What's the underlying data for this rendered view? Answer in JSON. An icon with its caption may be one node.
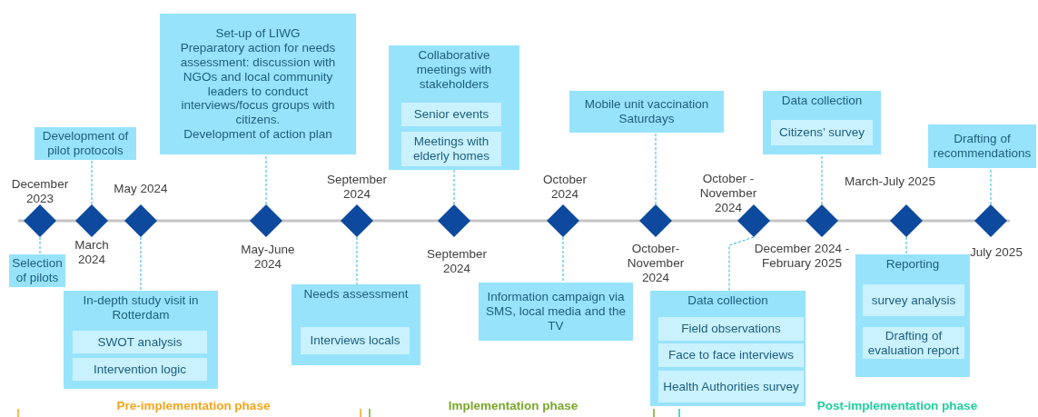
{
  "diagram": {
    "nodes": [
      {
        "text": [],
        "shape": "diamond",
        "beside": [
          "December 2023"
        ]
      },
      {
        "text": [
          "Selection of pilots"
        ]
      },
      {
        "text": [],
        "shape": "diamond",
        "beside": [
          "March 2024"
        ]
      },
      {
        "text": [
          "Development of pilot protocols"
        ]
      },
      {
        "text": [],
        "shape": "diamond",
        "beside": [
          "May 2024"
        ]
      },
      {
        "text": [
          "In-depth study visit in Rotterdam"
        ]
      },
      {
        "text": [
          "SWOT analysis"
        ],
        "in": 5
      },
      {
        "text": [
          "Intervention logic"
        ],
        "in": 5
      },
      {
        "text": [],
        "shape": "diamond",
        "beside": [
          "May-June 2024"
        ]
      },
      {
        "text": [
          "Set-up of LIWG",
          "Preparatory action for needs assessment: discussion with NGOs and local community leaders to conduct interviews/focus groups with citizens.",
          "Development of action plan"
        ]
      },
      {
        "text": [],
        "shape": "diamond",
        "beside": [
          "September 2024"
        ]
      },
      {
        "text": [
          "Needs assessment"
        ]
      },
      {
        "text": [
          "Interviews locals"
        ],
        "in": 11
      },
      {
        "text": [],
        "shape": "diamond",
        "beside": [
          "September 2024"
        ]
      },
      {
        "text": [
          "Collaborative meetings with stakeholders"
        ]
      },
      {
        "text": [
          "Senior events"
        ],
        "in": 14
      },
      {
        "text": [
          "Meetings with elderly homes"
        ],
        "in": 14
      },
      {
        "text": [],
        "shape": "diamond",
        "beside": [
          "October 2024"
        ]
      },
      {
        "text": [
          "Information campaign via SMS, local media and the TV"
        ]
      },
      {
        "text": [],
        "shape": "diamond",
        "beside": [
          "October- November 2024"
        ]
      },
      {
        "text": [
          "Mobile unit vaccination Saturdays"
        ]
      },
      {
        "text": [],
        "shape": "diamond",
        "beside": [
          "October - November 2024"
        ]
      },
      {
        "text": [
          "Data collection"
        ]
      },
      {
        "text": [
          "Field observations"
        ],
        "in": 22
      },
      {
        "text": [
          "Face to face interviews"
        ],
        "in": 22
      },
      {
        "text": [
          "Health Authorities survey"
        ],
        "in": 22
      },
      {
        "text": [],
        "shape": "diamond",
        "beside": [
          "December 2024 - February 2025"
        ]
      },
      {
        "text": [
          "Data collection"
        ]
      },
      {
        "text": [
          "Citizens’ survey"
        ],
        "in": 27
      },
      {
        "text": [],
        "shape": "diamond",
        "beside": [
          "March-July 2025"
        ]
      },
      {
        "text": [
          "Reporting"
        ]
      },
      {
        "text": [
          "survey analysis"
        ],
        "in": 30
      },
      {
        "text": [
          "Drafting of evaluation report"
        ],
        "in": 30
      },
      {
        "text": [],
        "shape": "diamond",
        "beside": [
          "July 2025"
        ]
      },
      {
        "text": [
          "Drafting of recommendations"
        ]
      }
    ],
    "edges": [
      {
        "from": 0,
        "to": 1,
        "arrow": "none",
        "style": "dashed"
      },
      {
        "from": 2,
        "to": 3,
        "arrow": "none",
        "style": "dashed"
      },
      {
        "from": 4,
        "to": 5,
        "arrow": "none",
        "style": "dashed"
      },
      {
        "from": 8,
        "to": 9,
        "arrow": "none",
        "style": "dashed"
      },
      {
        "from": 10,
        "to": 11,
        "arrow": "none",
        "style": "dashed"
      },
      {
        "from": 13,
        "to": 14,
        "arrow": "none",
        "style": "dashed"
      },
      {
        "from": 17,
        "to": 18,
        "arrow": "none",
        "style": "dashed"
      },
      {
        "from": 19,
        "to": 20,
        "arrow": "none",
        "style": "dashed"
      },
      {
        "from": 21,
        "to": 22,
        "arrow": "none",
        "style": "dashed"
      },
      {
        "from": 26,
        "to": 27,
        "arrow": "none",
        "style": "dashed"
      },
      {
        "from": 29,
        "to": 30,
        "arrow": "none",
        "style": "dashed"
      },
      {
        "from": 33,
        "to": 34,
        "arrow": "none",
        "style": "dashed"
      }
    ],
    "labels": [
      "Pre-implementation phase",
      "Implementation phase",
      "Post-implementation phase"
    ]
  }
}
